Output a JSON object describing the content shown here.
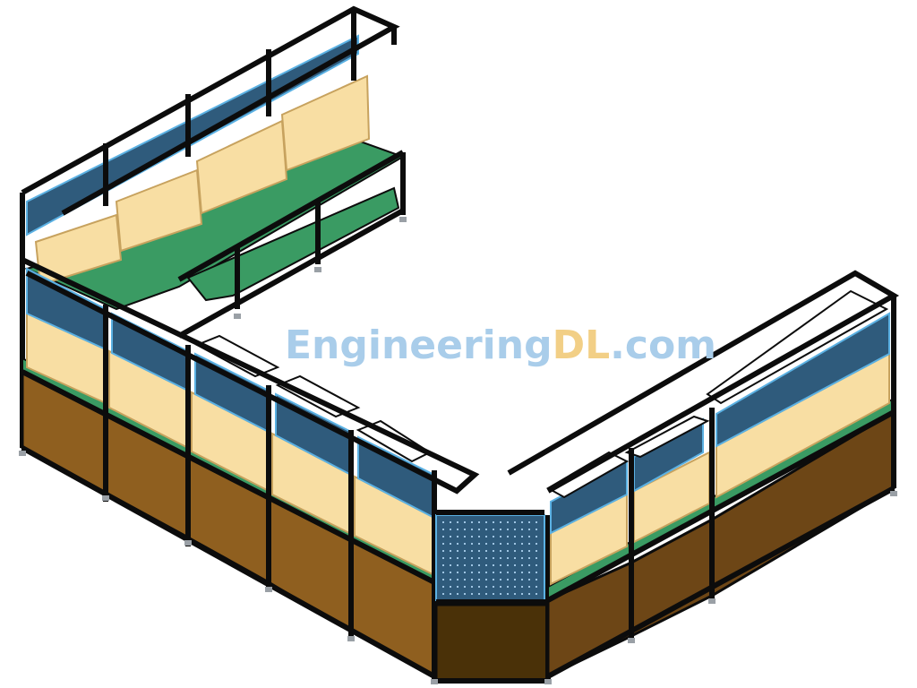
{
  "watermark": {
    "part_a": "Engineering",
    "part_b": "DL",
    "part_c": ".com",
    "color_a": "#a9cdea",
    "color_b": "#f2cf86",
    "color_c": "#a9cdea"
  },
  "colors": {
    "frame": "#0c0c0c",
    "cabinet_front": "#8f5f1f",
    "cabinet_side": "#6d4616",
    "cabinet_corner": "#4a3108",
    "worktop": "#3a9b63",
    "pegboard": "#2f5b7c",
    "pegboard_edge": "#5bb1e3",
    "shelf": "#f8dea3",
    "shelf_edge": "#c7a25e",
    "top_panel": "#ffffff",
    "foot": "#9aa0a6"
  }
}
